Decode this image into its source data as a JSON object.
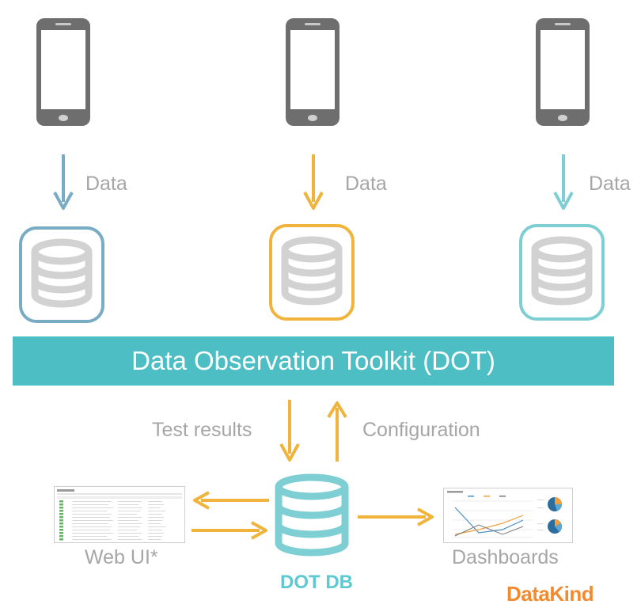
{
  "flow": {
    "left_data_label": "Data",
    "center_data_label": "Data",
    "right_data_label": "Data",
    "test_results_label": "Test results",
    "configuration_label": "Configuration"
  },
  "toolkit": {
    "title": "Data Observation Toolkit (DOT)"
  },
  "dot_db": {
    "label": "DOT DB"
  },
  "outputs": {
    "web_ui_label": "Web UI*",
    "dashboards_label": "Dashboards"
  },
  "brand": {
    "name": "DataKind"
  },
  "colors": {
    "blue": "#7aabc4",
    "orange": "#f0b43c",
    "teal": "#7ecfd3",
    "banner": "#4dbfc4",
    "phone": "#6e6e6e",
    "label_gray": "#a6a6a6",
    "brand_orange": "#f28b30"
  }
}
